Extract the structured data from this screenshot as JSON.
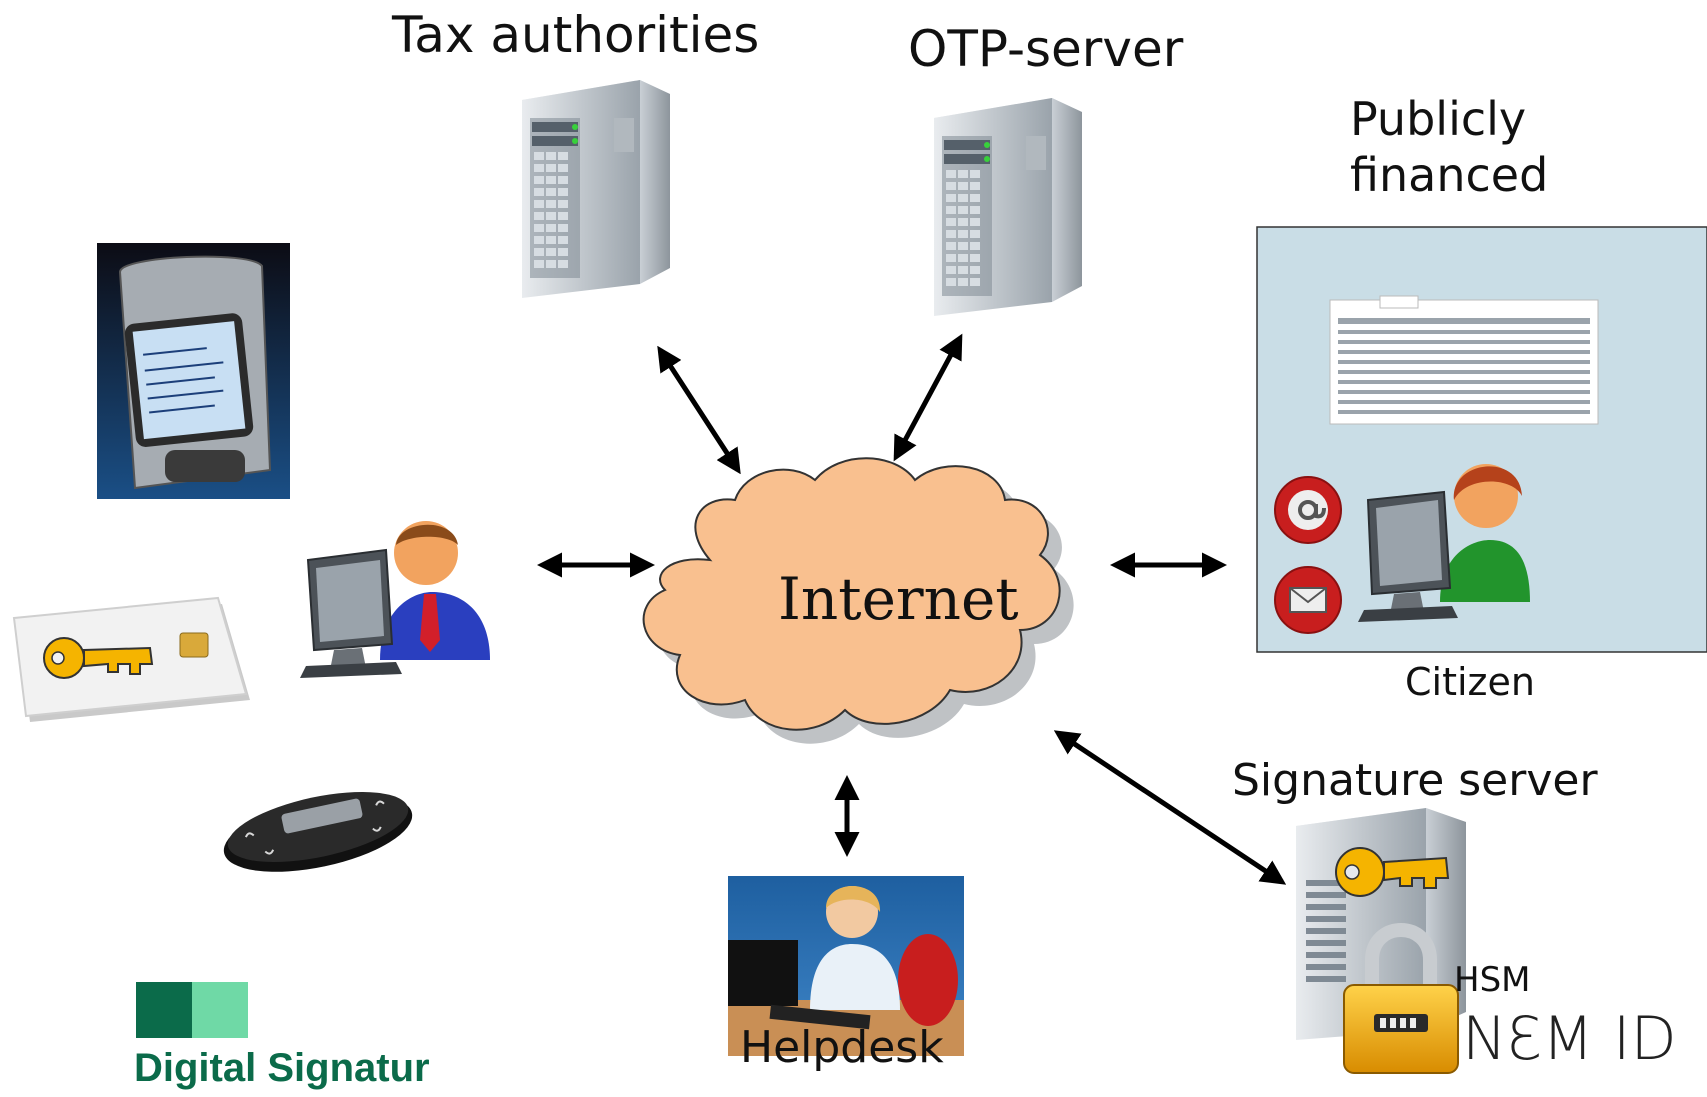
{
  "labels": {
    "tax_authorities": "Tax authorities",
    "otp_server": "OTP-server",
    "publicly_financed_line1": "Publicly",
    "publicly_financed_line2": "financed",
    "internet": "Internet",
    "citizen": "Citizen",
    "signature_server": "Signature server",
    "helpdesk": "Helpdesk",
    "hsm": "HSM",
    "nemid_logo": "NƐM ID",
    "digital_signatur_logo": "Digital Signatur"
  },
  "colors": {
    "cloud_fill": "#f9c08f",
    "cloud_stroke": "#333333",
    "citizen_panel": "#c9dde6",
    "logo_dark_green": "#0b6b4a",
    "logo_light_green": "#6fd9a6",
    "key_gold": "#f5b400"
  },
  "icons": [
    "server-icon",
    "mobile-phone-icon",
    "smart-card-icon",
    "otp-token-icon",
    "business-user-icon",
    "citizen-user-icon",
    "email-at-icon",
    "envelope-icon",
    "code-card-icon",
    "helpdesk-person-icon",
    "padlock-icon",
    "key-icon"
  ]
}
